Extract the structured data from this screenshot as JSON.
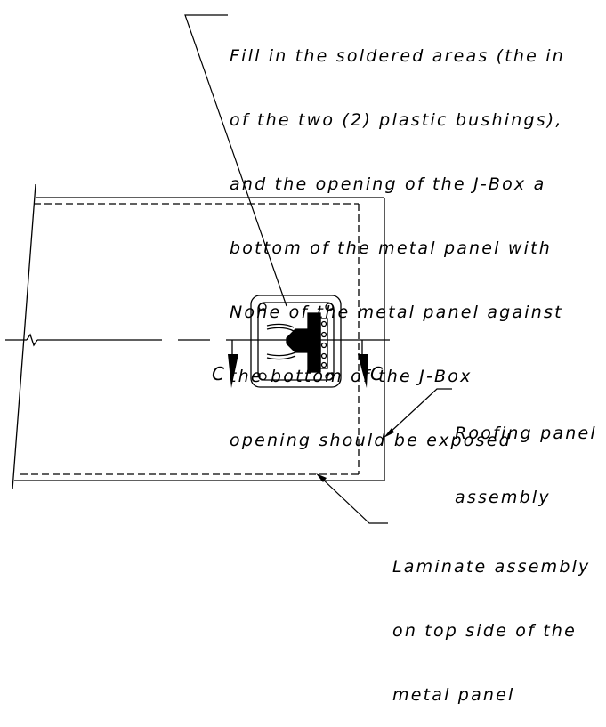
{
  "callouts": {
    "solder_note": {
      "lines": [
        "Fill in the soldered areas (the in",
        "of the two (2) plastic bushings),",
        "and the opening of the J-Box a",
        "bottom of the metal panel with",
        "None of the metal panel against",
        "the bottom of the J-Box",
        "opening should be exposed"
      ]
    },
    "roofing_note": {
      "lines": [
        "Roofing panel",
        "assembly"
      ]
    },
    "laminate_note": {
      "lines": [
        "Laminate assembly",
        "on top side of the",
        "metal panel"
      ]
    }
  },
  "section_marks": {
    "left": "C",
    "right": "C"
  }
}
